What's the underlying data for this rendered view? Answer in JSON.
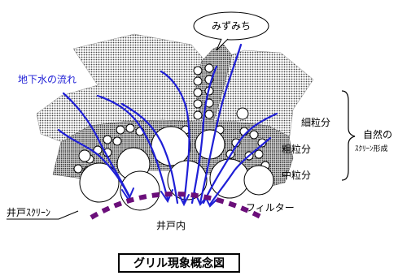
{
  "labels": {
    "mizumichi": "みずみち",
    "groundwater_flow": "地下水の流れ",
    "fine_grain": "細粒分",
    "coarse_grain": "粗粒分",
    "medium_grain": "中粒分",
    "natural_screen_1": "自然の",
    "natural_screen_2": "ｽｸﾘｰﾝ形成",
    "filter": "フィルター",
    "well_screen": "井戸ｽｸﾘｰﾝ",
    "well_inside": "井戸内",
    "title": "グリル現象概念図"
  },
  "colors": {
    "flow_blue": "#1f1fd6",
    "filter_purple": "#6b0f7a",
    "stipple": "#555555"
  }
}
